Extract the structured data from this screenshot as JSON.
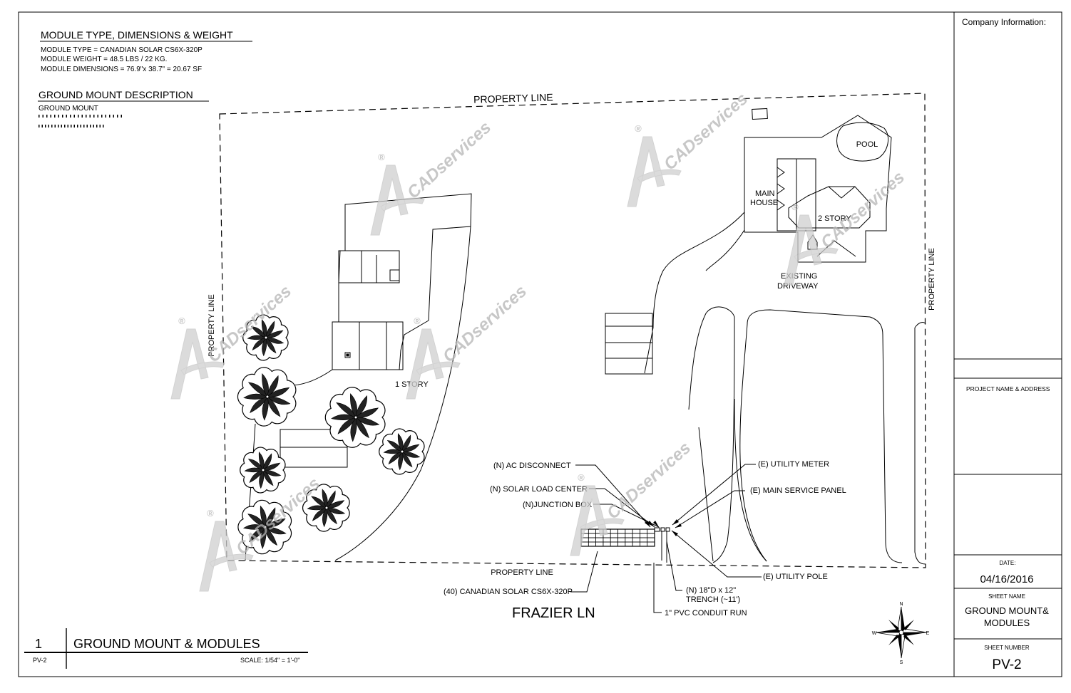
{
  "titleblock": {
    "company_info": "Company Information:",
    "project_name_address": "PROJECT NAME & ADDRESS",
    "date_label": "DATE:",
    "date": "04/16/2016",
    "sheet_name_label": "SHEET NAME",
    "sheet_name_line1": "GROUND MOUNT&",
    "sheet_name_line2": "MODULES",
    "sheet_number_label": "SHEET NUMBER",
    "sheet_number": "PV-2"
  },
  "module_info": {
    "heading": "MODULE TYPE, DIMENSIONS & WEIGHT",
    "lines": [
      "MODULE TYPE = CANADIAN SOLAR CS6X-320P",
      "MODULE WEIGHT = 48.5 LBS / 22 KG.",
      "MODULE DIMENSIONS = 76.9\"x 38.7\" = 20.67 SF"
    ]
  },
  "mount_description": {
    "heading": "GROUND MOUNT DESCRIPTION",
    "line1": "GROUND MOUNT"
  },
  "plan": {
    "property_line_top": "PROPERTY LINE",
    "property_line_left": "PROPERTY LINE",
    "property_line_right": "PROPERTY LINE",
    "property_line_bottom": "PROPERTY LINE",
    "pool": "POOL",
    "main_house_1": "MAIN",
    "main_house_2": "HOUSE",
    "two_story": "2 STORY",
    "existing_1": "EXISTING",
    "existing_2": "DRIVEWAY",
    "one_story": "1 STORY",
    "street": "FRAZIER LN"
  },
  "callouts": {
    "ac_disconnect": "(N) AC DISCONNECT",
    "solar_load_center": "(N) SOLAR LOAD CENTER",
    "junction_box": "(N)JUNCTION BOX",
    "utility_meter": "(E) UTILITY METER",
    "main_service_panel": "(E) MAIN SERVICE PANEL",
    "utility_pole": "(E) UTILITY POLE",
    "modules": "(40) CANADIAN SOLAR CS6X-320P",
    "trench_1": "(N) 18\"D x 12\"",
    "trench_2": "TRENCH (~11')",
    "conduit": "1\" PVC CONDUIT RUN"
  },
  "compass": {
    "n": "N",
    "s": "S",
    "e": "E",
    "w": "W"
  },
  "drawing_title": {
    "number": "1",
    "title": "GROUND MOUNT & MODULES",
    "sheet_ref": "PV-2",
    "scale": "SCALE: 1/54\" = 1'-0\""
  },
  "watermark": {
    "text": "CADservices",
    "mark": "®"
  }
}
